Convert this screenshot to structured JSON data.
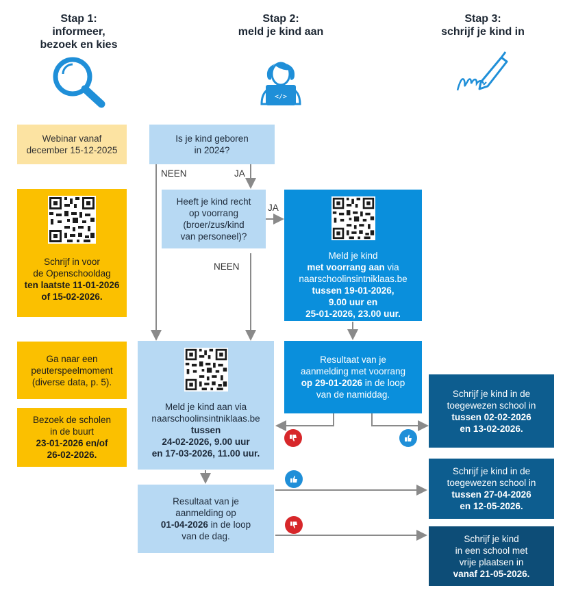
{
  "steps": [
    {
      "title_lines": [
        "Stap 1:",
        "informeer,",
        "bezoek en kies"
      ],
      "icon": "magnifier-icon"
    },
    {
      "title_lines": [
        "Stap 2:",
        "meld je kind aan"
      ],
      "icon": "person-laptop-icon"
    },
    {
      "title_lines": [
        "Stap 3:",
        "schrijf je kind in"
      ],
      "icon": "signature-pen-icon"
    }
  ],
  "left": {
    "webinar": [
      "Webinar vanaf",
      "december 15-12-2025"
    ],
    "openschooldag": {
      "lines": [
        "Schrijf in voor",
        "de Openschooldag"
      ],
      "bold": [
        "ten laatste 11-01-2026",
        "of 15-02-2026."
      ]
    },
    "peuter": [
      "Ga naar een",
      "peuterspeelmoment",
      "(diverse data, p. 5)."
    ],
    "bezoek": {
      "lines": [
        "Bezoek de scholen",
        "in de buurt"
      ],
      "bold": [
        "23-01-2026 en/of",
        "26-02-2026."
      ]
    }
  },
  "middle": {
    "question1": [
      "Is je kind geboren",
      "in 2024?"
    ],
    "question2": [
      "Heeft je kind recht",
      "op voorrang",
      "(broer/zus/kind",
      "van personeel)?"
    ],
    "neen1": "NEEN",
    "ja1": "JA",
    "neen2": "NEEN",
    "ja2": "JA",
    "aanmelden": {
      "line1": "Meld je kind aan via",
      "line2": "naarschoolinsintniklaas.be",
      "bold": [
        "tussen",
        "24-02-2026, 9.00 uur",
        "en 17-03-2026, 11.00 uur."
      ]
    },
    "resultaat": {
      "lines": [
        "Resultaat van je",
        "aanmelding op"
      ],
      "bold_date": "01-04-2026",
      "rest": " in de loop",
      "last": "van de dag."
    }
  },
  "right": {
    "voorrang": {
      "line1": "Meld je kind",
      "bold2": "met voorrang aan",
      "rest2": " via",
      "line3": "naarschoolinsintniklaas.be",
      "bold": [
        "tussen 19-01-2026,",
        "9.00 uur en",
        "25-01-2026, 23.00 uur."
      ]
    },
    "resultaat_voorrang": {
      "lines": [
        "Resultaat van je",
        "aanmelding met voorrang"
      ],
      "bold_date": "op 29-01-2026",
      "rest": " in de loop",
      "last": "van de namiddag."
    }
  },
  "step3": {
    "box1": {
      "lines": [
        "Schrijf je kind in de",
        "toegewezen school in"
      ],
      "bold": [
        "tussen 02-02-2026",
        "en 13-02-2026."
      ]
    },
    "box2": {
      "lines": [
        "Schrijf je kind in de",
        "toegewezen school in"
      ],
      "bold": [
        "tussen 27-04-2026",
        "en 12-05-2026."
      ]
    },
    "box3": {
      "lines": [
        "Schrijf je kind",
        "in een school met",
        "vrije plaatsen in"
      ],
      "bold": [
        "vanaf 21-05-2026."
      ]
    }
  },
  "colors": {
    "cream": "#fce3a2",
    "yellow": "#fbc000",
    "light_blue": "#b7d9f3",
    "blue": "#0a8fdc",
    "dark_blue": "#0d5d8f",
    "thumb_up": "#1f8fd8",
    "thumb_down": "#d7272a"
  }
}
